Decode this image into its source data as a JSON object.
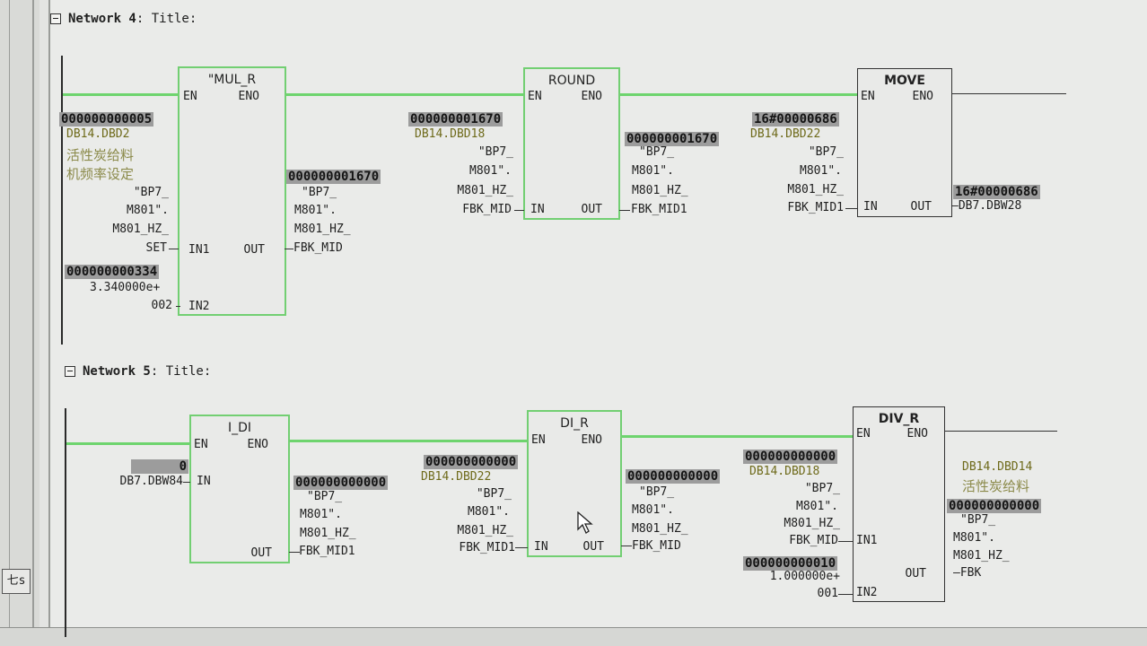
{
  "networks": [
    {
      "number_label": "Network 4",
      "title_label": ": Title:",
      "blocks": {
        "mul_r": {
          "name": "\"MUL_R",
          "en": "EN",
          "eno": "ENO",
          "in1": "IN1",
          "in2": "IN2",
          "out": "OUT",
          "in1_value": "000000000005",
          "in1_addr": "DB14.DBD2",
          "in1_comment": [
            "活性炭给料",
            "机频率设定"
          ],
          "in1_symbol": [
            "\"BP7_",
            "M801\".",
            "M801_HZ_",
            "SET"
          ],
          "in2_value": "000000000334",
          "in2_text": [
            "3.340000e+",
            "002"
          ],
          "out_value": "000000001670",
          "out_symbol": [
            "\"BP7_",
            "M801\".",
            "M801_HZ_",
            "FBK_MID"
          ]
        },
        "round": {
          "name": "ROUND",
          "en": "EN",
          "eno": "ENO",
          "in": "IN",
          "out": "OUT",
          "in_value": "000000001670",
          "in_addr": "DB14.DBD18",
          "in_symbol": [
            "\"BP7_",
            "M801\".",
            "M801_HZ_",
            "FBK_MID"
          ],
          "out_value": "000000001670",
          "out_symbol": [
            "\"BP7_",
            "M801\".",
            "M801_HZ_",
            "FBK_MID1"
          ]
        },
        "move": {
          "name": "MOVE",
          "en": "EN",
          "eno": "ENO",
          "in": "IN",
          "out": "OUT",
          "in_value": "16#00000686",
          "in_addr": "DB14.DBD22",
          "in_symbol": [
            "\"BP7_",
            "M801\".",
            "M801_HZ_",
            "FBK_MID1"
          ],
          "out_value": "16#00000686",
          "out_addr": "DB7.DBW28"
        }
      }
    },
    {
      "number_label": "Network 5",
      "title_label": ": Title:",
      "blocks": {
        "i_di": {
          "name": "I_DI",
          "en": "EN",
          "eno": "ENO",
          "in": "IN",
          "out": "OUT",
          "in_value": "0",
          "in_addr": "DB7.DBW84",
          "out_value": "000000000000",
          "out_symbol": [
            "\"BP7_",
            "M801\".",
            "M801_HZ_",
            "FBK_MID1"
          ]
        },
        "di_r": {
          "name": "DI_R",
          "en": "EN",
          "eno": "ENO",
          "in": "IN",
          "out": "OUT",
          "in_value": "000000000000",
          "in_addr": "DB14.DBD22",
          "in_symbol": [
            "\"BP7_",
            "M801\".",
            "M801_HZ_",
            "FBK_MID1"
          ],
          "out_value": "000000000000",
          "out_symbol": [
            "\"BP7_",
            "M801\".",
            "M801_HZ_",
            "FBK_MID"
          ]
        },
        "div_r": {
          "name": "DIV_R",
          "en": "EN",
          "eno": "ENO",
          "in1": "IN1",
          "in2": "IN2",
          "out": "OUT",
          "in1_value": "000000000000",
          "in1_addr": "DB14.DBD18",
          "in1_symbol": [
            "\"BP7_",
            "M801\".",
            "M801_HZ_",
            "FBK_MID"
          ],
          "in2_value": "000000000010",
          "in2_text": [
            "1.000000e+",
            "001"
          ],
          "out_addr": "DB14.DBD14",
          "out_comment": "活性炭给料",
          "out_value": "000000000000",
          "out_symbol": [
            "\"BP7_",
            "M801\".",
            "M801_HZ_",
            "FBK"
          ]
        }
      }
    }
  ],
  "side_tab_label": "七s",
  "colors": {
    "wire": "#6ed46e",
    "value_bg": "#9c9c9c",
    "address": "#6e6a1a",
    "comment": "#8b8a4a"
  },
  "icons": [
    "collapse-icon",
    "mouse-cursor-icon"
  ]
}
